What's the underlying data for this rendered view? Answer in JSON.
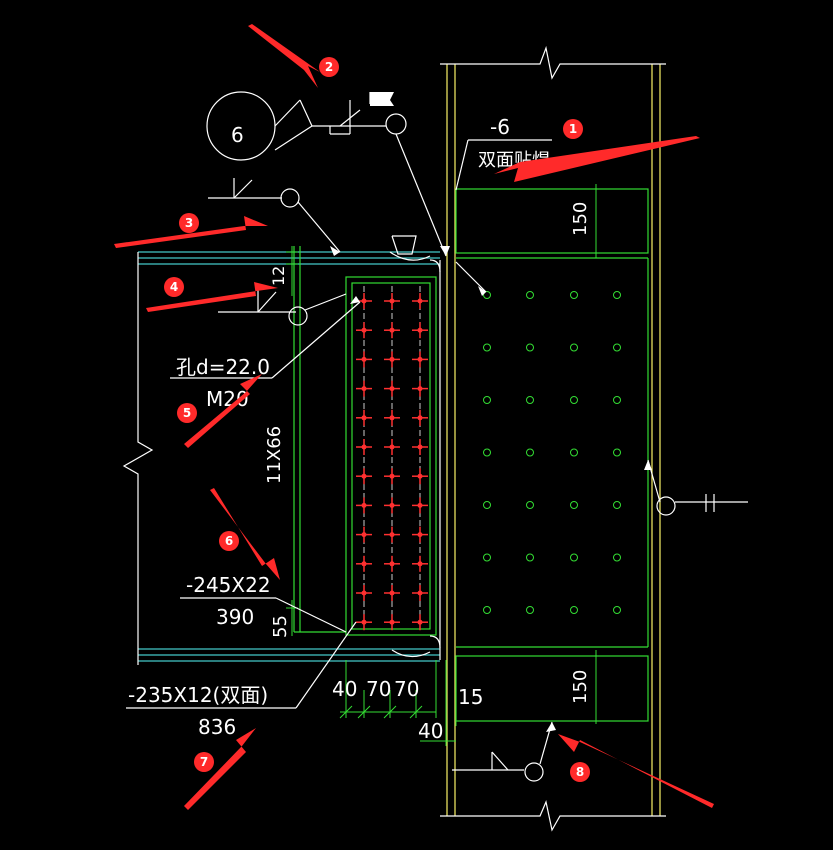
{
  "colors": {
    "background": "#000000",
    "line": "#ffffff",
    "green": "#33dd33",
    "yellow": "#e8e060",
    "cyan": "#44c8c8",
    "red_bolt": "#ff3030",
    "annotation_red": "#ff2a2a"
  },
  "labels": {
    "detail_number": "6",
    "stiffener_plate": "-6",
    "double_side_weld": "双面贴焊",
    "flange_thickness": "12",
    "hole_diameter": "孔d=22.0",
    "bolt_spec": "M20",
    "bolt_spacing": "11X66",
    "web_plate": "-245X22",
    "web_plate_length": "390",
    "edge_dist": "55",
    "flange_plate": "-235X12(双面)",
    "flange_plate_length": "836",
    "dim_40a": "40",
    "dim_70a": "70",
    "dim_70b": "70",
    "dim_15": "15",
    "dim_40b": "40",
    "dim_150_top": "150",
    "dim_150_bottom": "150"
  },
  "badges": [
    "1",
    "2",
    "3",
    "4",
    "5",
    "6",
    "7",
    "8"
  ]
}
